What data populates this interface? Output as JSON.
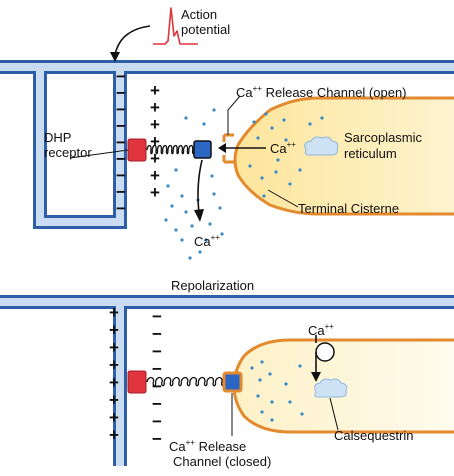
{
  "colors": {
    "membrane_outline": "#2f5ea8",
    "membrane_fill": "#c9dcf2",
    "cisterna_outline": "#e38a2f",
    "cisterna_fill": "#fde7a6",
    "cisterna_fill_light": "#fdf6d6",
    "dhp_receptor": "#e0343f",
    "release_channel_open": "#2b66c3",
    "release_channel_closed": "#2b66c3",
    "closed_channel_border": "#e38a2f",
    "calcium_dots": "#3a8ac8",
    "calsequestrin": "#cde2f4",
    "action_potential_trace": "#e0343f"
  },
  "top_panel": {
    "action_potential_label_line1": "Action",
    "action_potential_label_line2": "potential",
    "dhp_label_line1": "DHP",
    "dhp_label_line2": "receptor",
    "release_channel_label_prefix": "Ca",
    "release_channel_label_charge": "++",
    "release_channel_label_suffix": " Release Channel (open)",
    "ca_inside_prefix": "Ca",
    "ca_inside_charge": "++",
    "sr_label_line1": "Sarcoplasmic",
    "sr_label_line2": "reticulum",
    "terminal_cisterne_label": "Terminal Cisterne",
    "ca_released_prefix": "Ca",
    "ca_released_charge": "++",
    "outer_signs": [
      "−",
      "−",
      "−",
      "−",
      "−",
      "−",
      "−",
      "−",
      "−"
    ],
    "inner_signs": [
      "+",
      "+",
      "+",
      "+",
      "+",
      "+",
      "+"
    ]
  },
  "bottom_panel": {
    "title": "Repolarization",
    "ca_label_prefix": "Ca",
    "ca_label_charge": "++",
    "calsequestrin_label": "Calsequestrin",
    "release_channel_label_line1_prefix": "Ca",
    "release_channel_label_line1_charge": "++",
    "release_channel_label_line1_suffix": " Release",
    "release_channel_label_line2": "Channel (closed)",
    "outer_signs": [
      "+",
      "+",
      "+",
      "+",
      "+",
      "+",
      "+",
      "+"
    ],
    "inner_signs": [
      "−",
      "−",
      "−",
      "−",
      "−",
      "−",
      "−",
      "−"
    ]
  }
}
